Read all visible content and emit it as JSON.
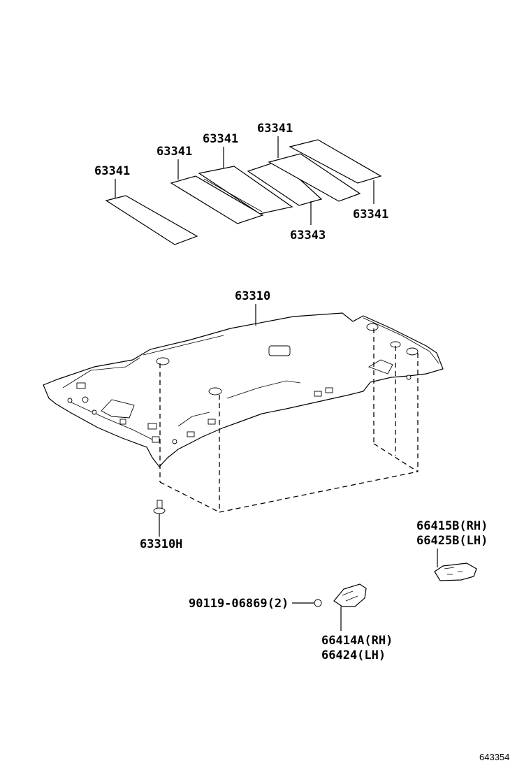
{
  "labels": {
    "pad_1": "63341",
    "pad_2": "63341",
    "pad_3": "63341",
    "pad_4": "63341",
    "pad_5": "63341",
    "pad_6": "63343",
    "headliner": "63310",
    "clip": "63310H",
    "holder_rh_1": "66415B(RH)",
    "holder_lh_1": "66425B(LH)",
    "bolt": "90119-06869(2)",
    "holder_rh_2": "66414A(RH)",
    "holder_lh_2": "66424(LH)"
  },
  "figure_id": "643354"
}
